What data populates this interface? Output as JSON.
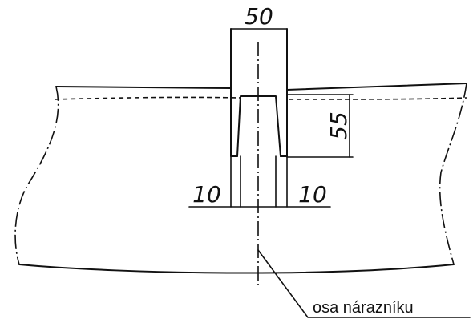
{
  "dimensions": {
    "top_width": "50",
    "slot_depth": "55",
    "left_offset": "10",
    "right_offset": "10"
  },
  "labels": {
    "axis_label": "osa nárazníku"
  }
}
